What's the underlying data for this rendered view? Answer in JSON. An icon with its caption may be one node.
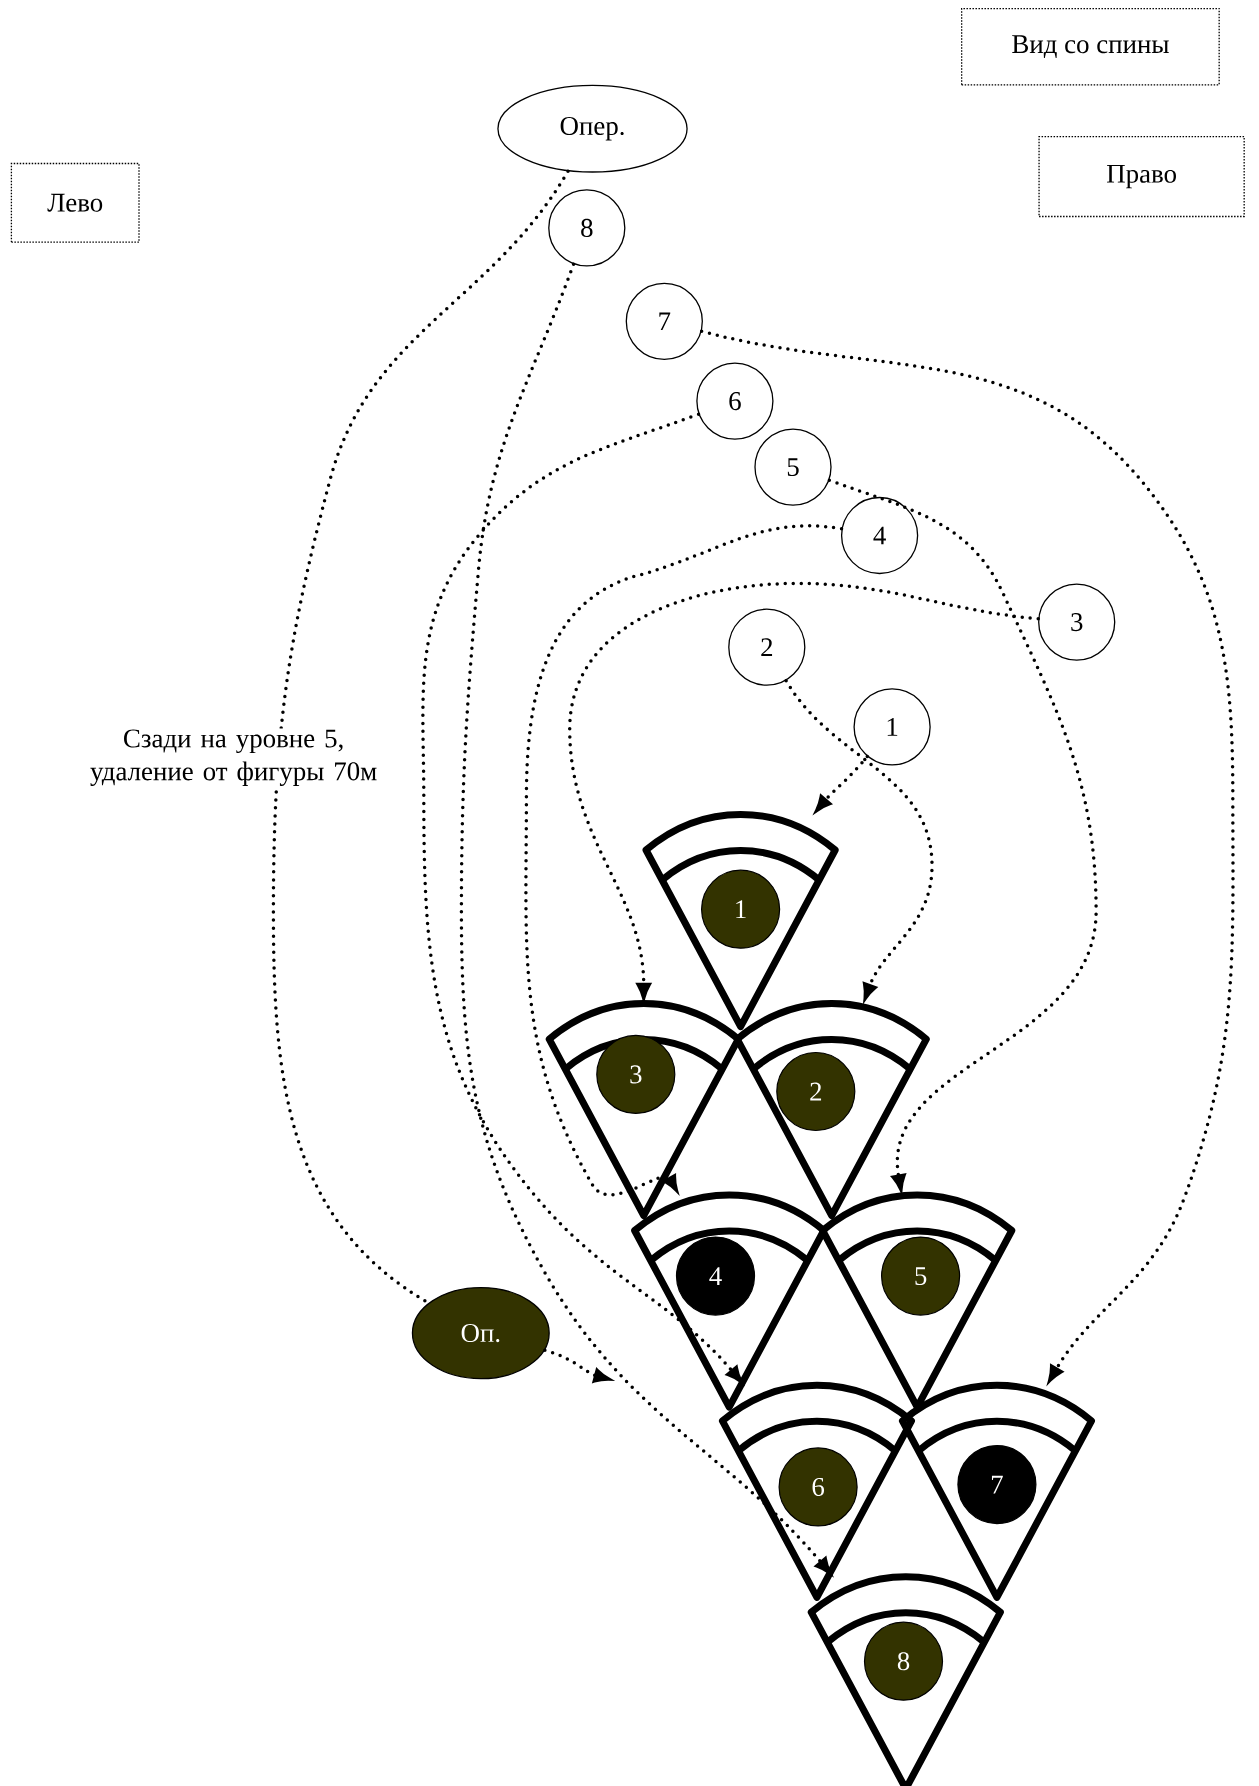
{
  "diagram": {
    "nodes": [
      {
        "text": [
          "Вид со спины"
        ]
      },
      {
        "text": [
          "Право"
        ]
      },
      {
        "text": [
          "Лево"
        ]
      },
      {
        "text": [
          "Опер."
        ]
      },
      {
        "text": [
          "8"
        ]
      },
      {
        "text": [
          "7"
        ]
      },
      {
        "text": [
          "6"
        ]
      },
      {
        "text": [
          "5"
        ]
      },
      {
        "text": [
          "4"
        ]
      },
      {
        "text": [
          "3"
        ]
      },
      {
        "text": [
          "2"
        ]
      },
      {
        "text": [
          "1"
        ]
      },
      {
        "text": [],
        "shape": "wedge"
      },
      {
        "text": [
          "1"
        ],
        "in": 12
      },
      {
        "text": [],
        "shape": "wedge"
      },
      {
        "text": [
          "2"
        ],
        "in": 14
      },
      {
        "text": [],
        "shape": "wedge"
      },
      {
        "text": [
          "3"
        ],
        "in": 16
      },
      {
        "text": [],
        "shape": "wedge"
      },
      {
        "text": [
          "4"
        ],
        "in": 18
      },
      {
        "text": [],
        "shape": "wedge"
      },
      {
        "text": [
          "5"
        ],
        "in": 20
      },
      {
        "text": [],
        "shape": "wedge"
      },
      {
        "text": [
          "6"
        ],
        "in": 22
      },
      {
        "text": [],
        "shape": "wedge"
      },
      {
        "text": [
          "7"
        ],
        "in": 24
      },
      {
        "text": [],
        "shape": "wedge"
      },
      {
        "text": [
          "8"
        ],
        "in": 26
      },
      {
        "text": [
          "Оп."
        ]
      }
    ],
    "edges": [
      {
        "from": 11,
        "to": 12,
        "arrow": "to"
      },
      {
        "from": 10,
        "to": 14,
        "arrow": "to"
      },
      {
        "from": 9,
        "to": 16,
        "arrow": "to"
      },
      {
        "from": 8,
        "to": 18,
        "arrow": "to"
      },
      {
        "from": 7,
        "to": 20,
        "arrow": "to"
      },
      {
        "from": 6,
        "to": 22,
        "arrow": "to"
      },
      {
        "from": 5,
        "to": 24,
        "arrow": "to"
      },
      {
        "from": 4,
        "to": 26,
        "arrow": "to"
      },
      {
        "from": 3,
        "to": 28,
        "arrow": "none"
      },
      {
        "from": 28,
        "to": null,
        "arrow": "to"
      }
    ],
    "labels": [
      "Сзади на уровне 5, удаление от фигуры 70м"
    ]
  }
}
